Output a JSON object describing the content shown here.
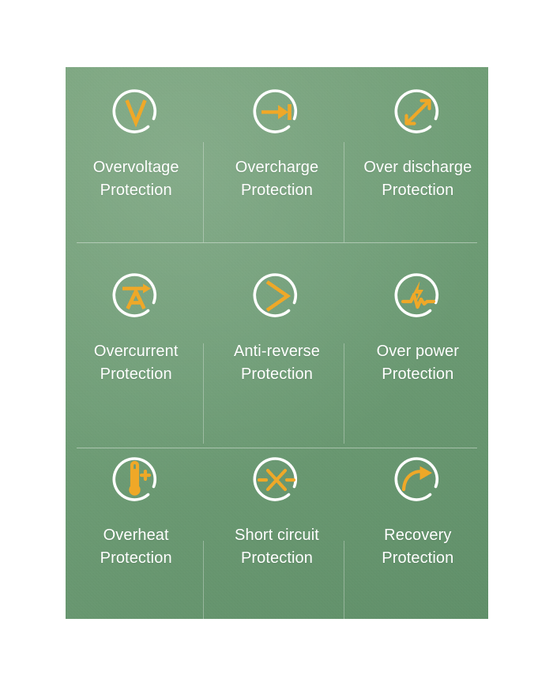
{
  "panel": {
    "background_color": "#6d9b74",
    "accent_color": "#efa828",
    "text_color": "#ffffff"
  },
  "features": [
    {
      "icon": "voltage-v-icon",
      "label": "Overvoltage\nProtection",
      "line1": "Overvoltage",
      "line2": "Protection"
    },
    {
      "icon": "arrow-into-bar-icon",
      "label": "Overcharge\nProtection",
      "line1": "Overcharge",
      "line2": "Protection"
    },
    {
      "icon": "double-diagonal-arrow-icon",
      "label": "Over discharge\nProtection",
      "line1": "Over discharge",
      "line2": "Protection"
    },
    {
      "icon": "ampere-a-arrow-icon",
      "label": "Overcurrent\nProtection",
      "line1": "Overcurrent",
      "line2": "Protection"
    },
    {
      "icon": "chevron-right-icon",
      "label": "Anti-reverse\nProtection",
      "line1": "Anti-reverse",
      "line2": "Protection"
    },
    {
      "icon": "pulse-lightning-icon",
      "label": "Over power\nProtection",
      "line1": "Over power",
      "line2": "Protection"
    },
    {
      "icon": "thermometer-plus-icon",
      "label": "Overheat\nProtection",
      "line1": "Overheat",
      "line2": "Protection"
    },
    {
      "icon": "broken-circuit-x-icon",
      "label": "Short circuit\nProtection",
      "line1": "Short circuit",
      "line2": "Protection"
    },
    {
      "icon": "curved-arrow-refresh-icon",
      "label": "Recovery\nProtection",
      "line1": "Recovery",
      "line2": "Protection"
    }
  ]
}
